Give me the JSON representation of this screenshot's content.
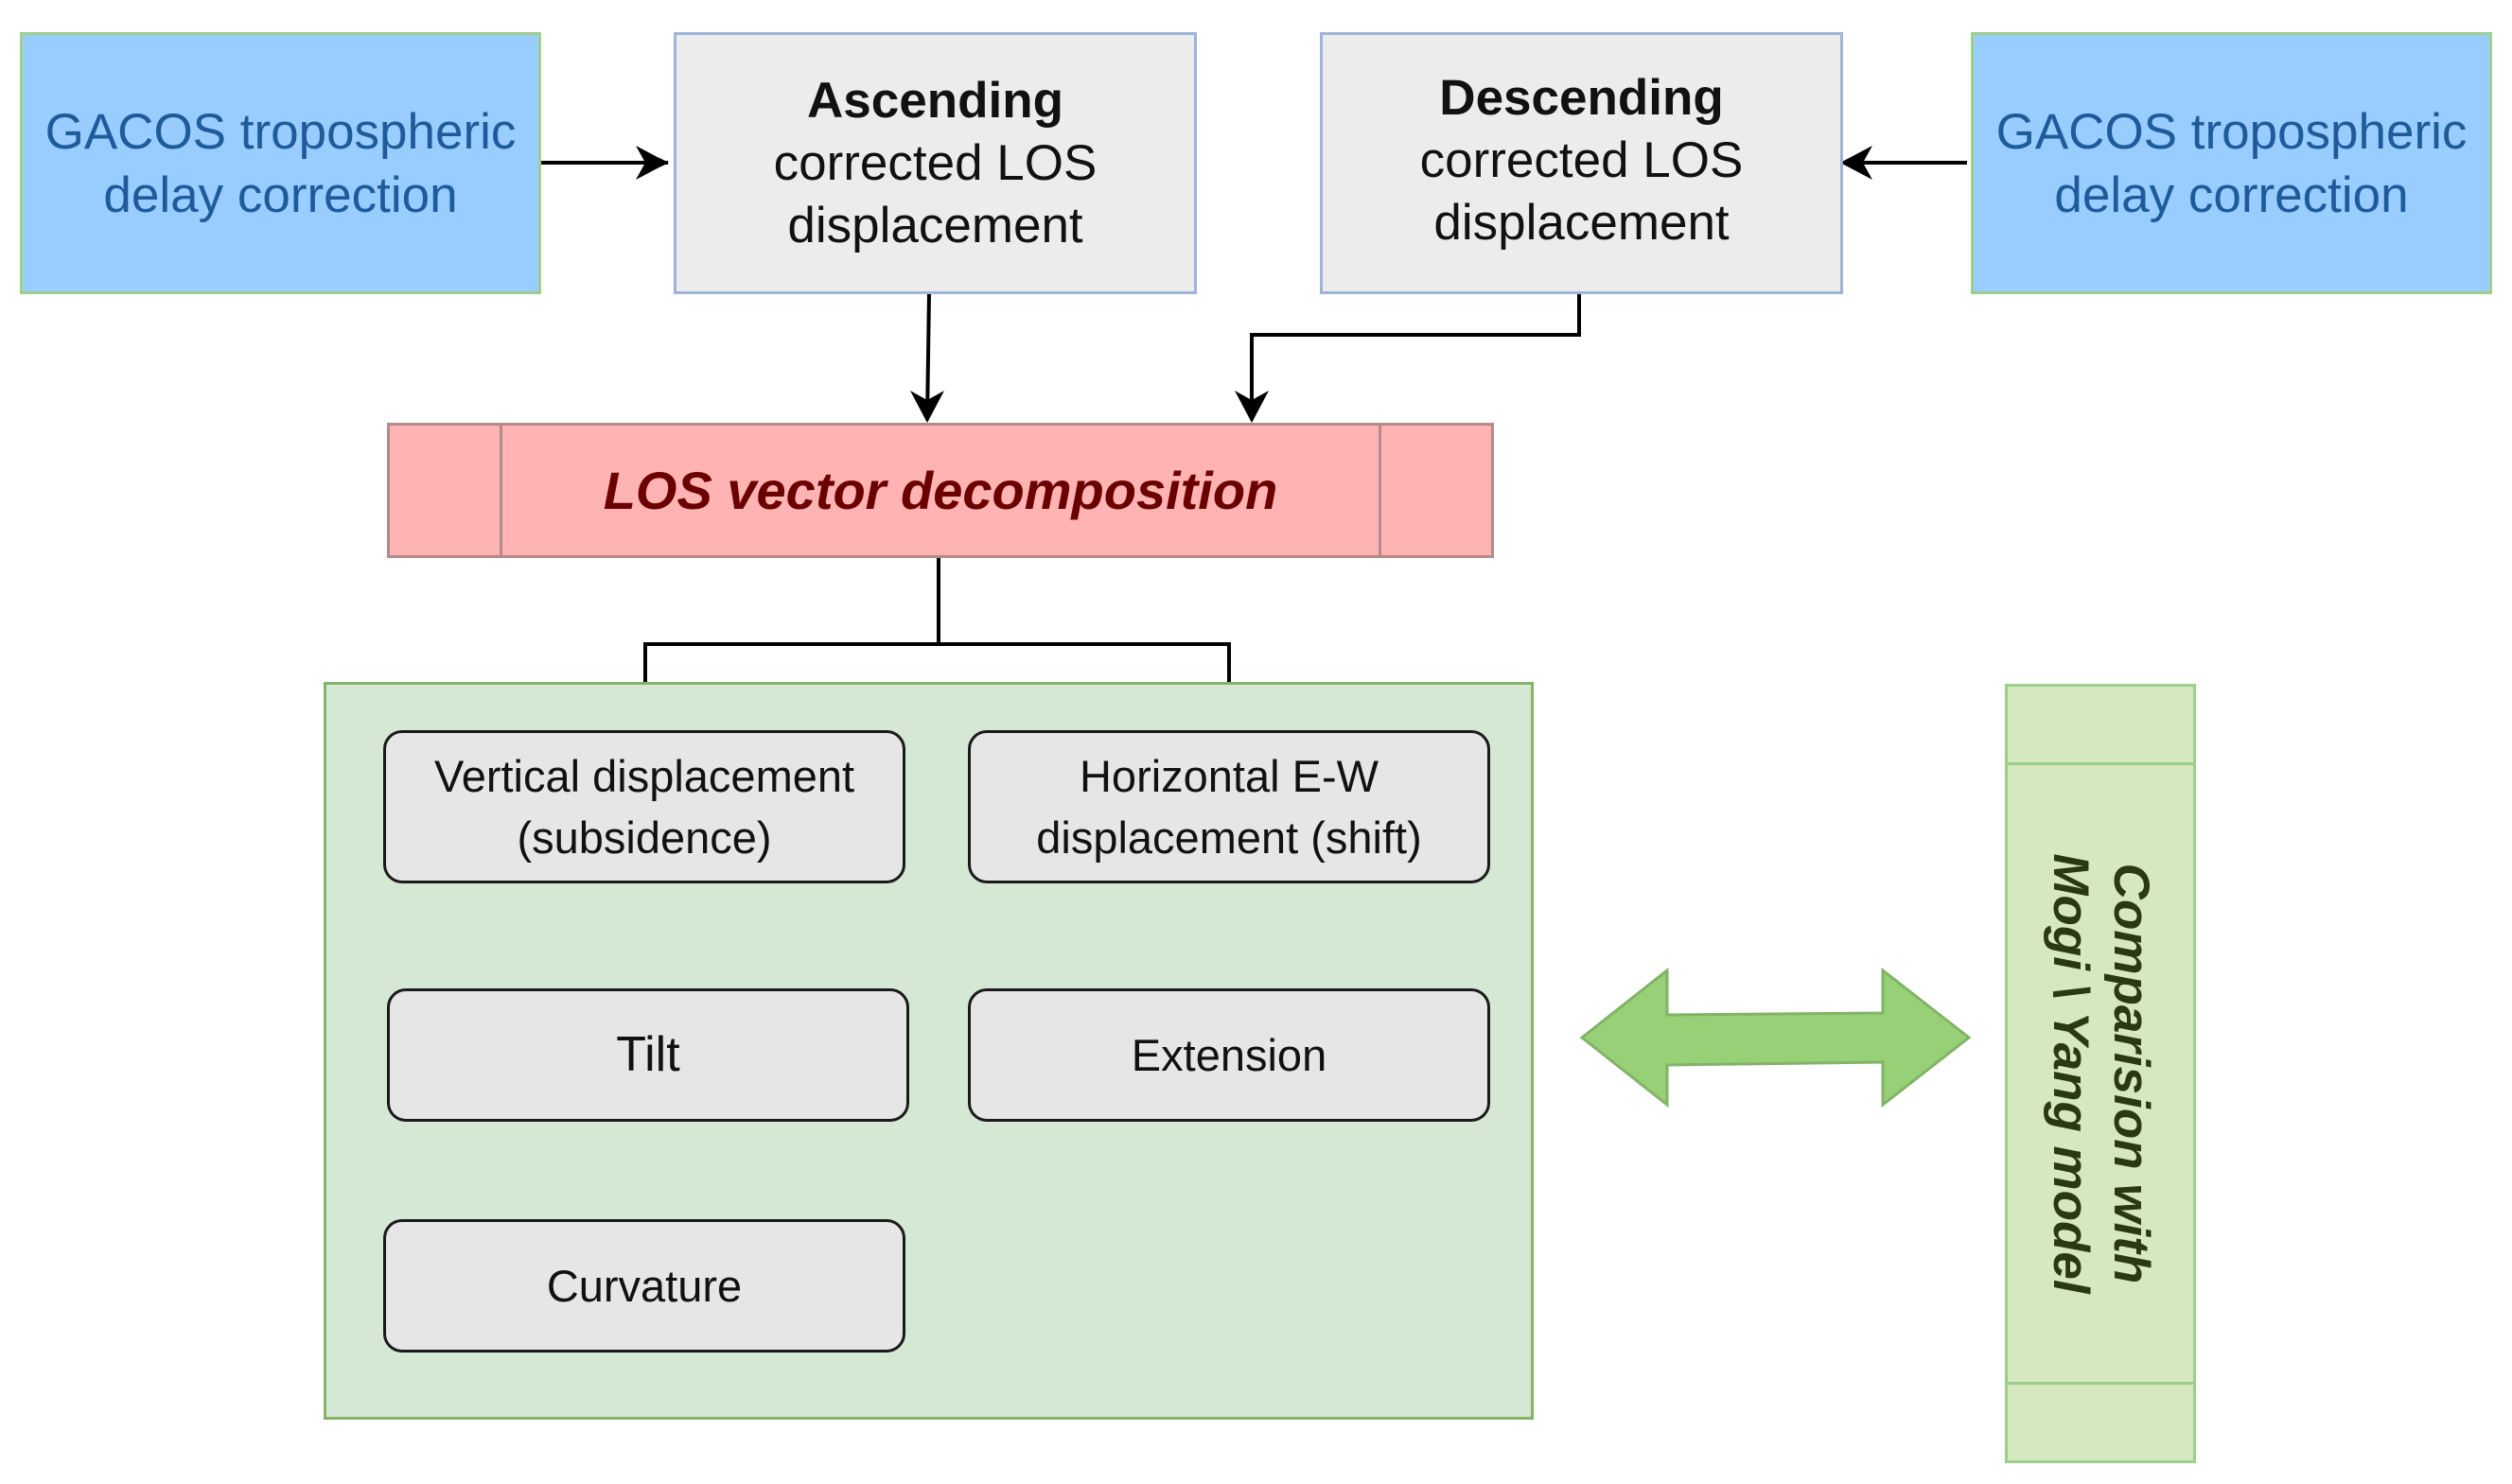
{
  "colors": {
    "gacos_fill": "#99ccff",
    "gacos_text": "#1f5a9a",
    "los_fill": "#ececec",
    "decomp_fill": "#ffb3b3",
    "decomp_text": "#6b0000",
    "panel_fill": "#d5e8d4",
    "node_fill": "#e6e6e6",
    "mogi_fill": "#d5e8bf",
    "double_arrow": "#97d077"
  },
  "gacos_left": {
    "line1": "GACOS tropospheric",
    "line2": "delay correction"
  },
  "gacos_right": {
    "line1": "GACOS tropospheric",
    "line2": "delay correction"
  },
  "ascending": {
    "title": "Ascending",
    "line1": "corrected LOS",
    "line2": "displacement"
  },
  "descending": {
    "title": "Descending",
    "line1": "corrected LOS",
    "line2": "displacement"
  },
  "decomposition": {
    "label": "LOS vector decomposition"
  },
  "outputs": {
    "vertical": {
      "line1": "Vertical displacement",
      "line2": "(subsidence)"
    },
    "horizontal": {
      "line1": "Horizontal E-W",
      "line2": "displacement (shift)"
    },
    "tilt": "Tilt",
    "extension": "Extension",
    "curvature": "Curvature"
  },
  "comparison": {
    "line1": "Comparision with",
    "line2": "Mogi \\ Yang model"
  }
}
